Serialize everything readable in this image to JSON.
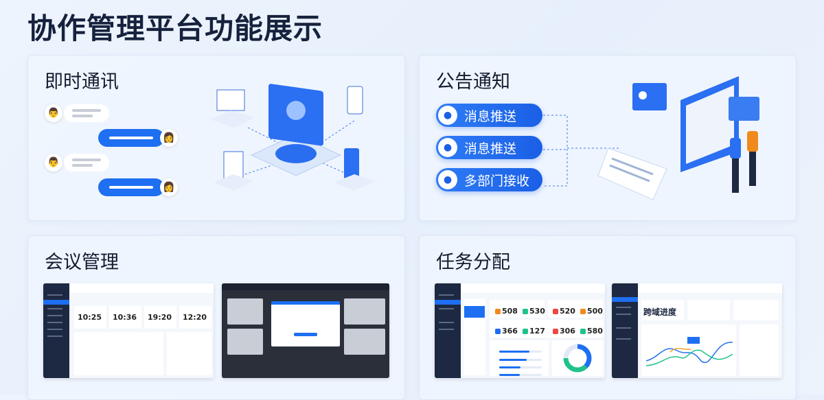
{
  "page_title": "协作管理平台功能展示",
  "sections": {
    "im": {
      "title": "即时通讯"
    },
    "notice": {
      "title": "公告通知",
      "buttons": [
        "消息推送",
        "消息推送",
        "多部门接收"
      ]
    },
    "meeting": {
      "title": "会议管理",
      "times": [
        "10:25",
        "10:36",
        "19:20",
        "12:20"
      ]
    },
    "task": {
      "title": "任务分配",
      "stats_row1": [
        "508",
        "530",
        "520",
        "500"
      ],
      "stats_row2": [
        "366",
        "127",
        "306",
        "580"
      ],
      "progress_heading": "跨域进度"
    }
  },
  "colors": {
    "accent": "#1e6ff2",
    "sidebar": "#1d2942",
    "green": "#1fc38a",
    "orange": "#f08a1c",
    "red": "#ee4545"
  }
}
